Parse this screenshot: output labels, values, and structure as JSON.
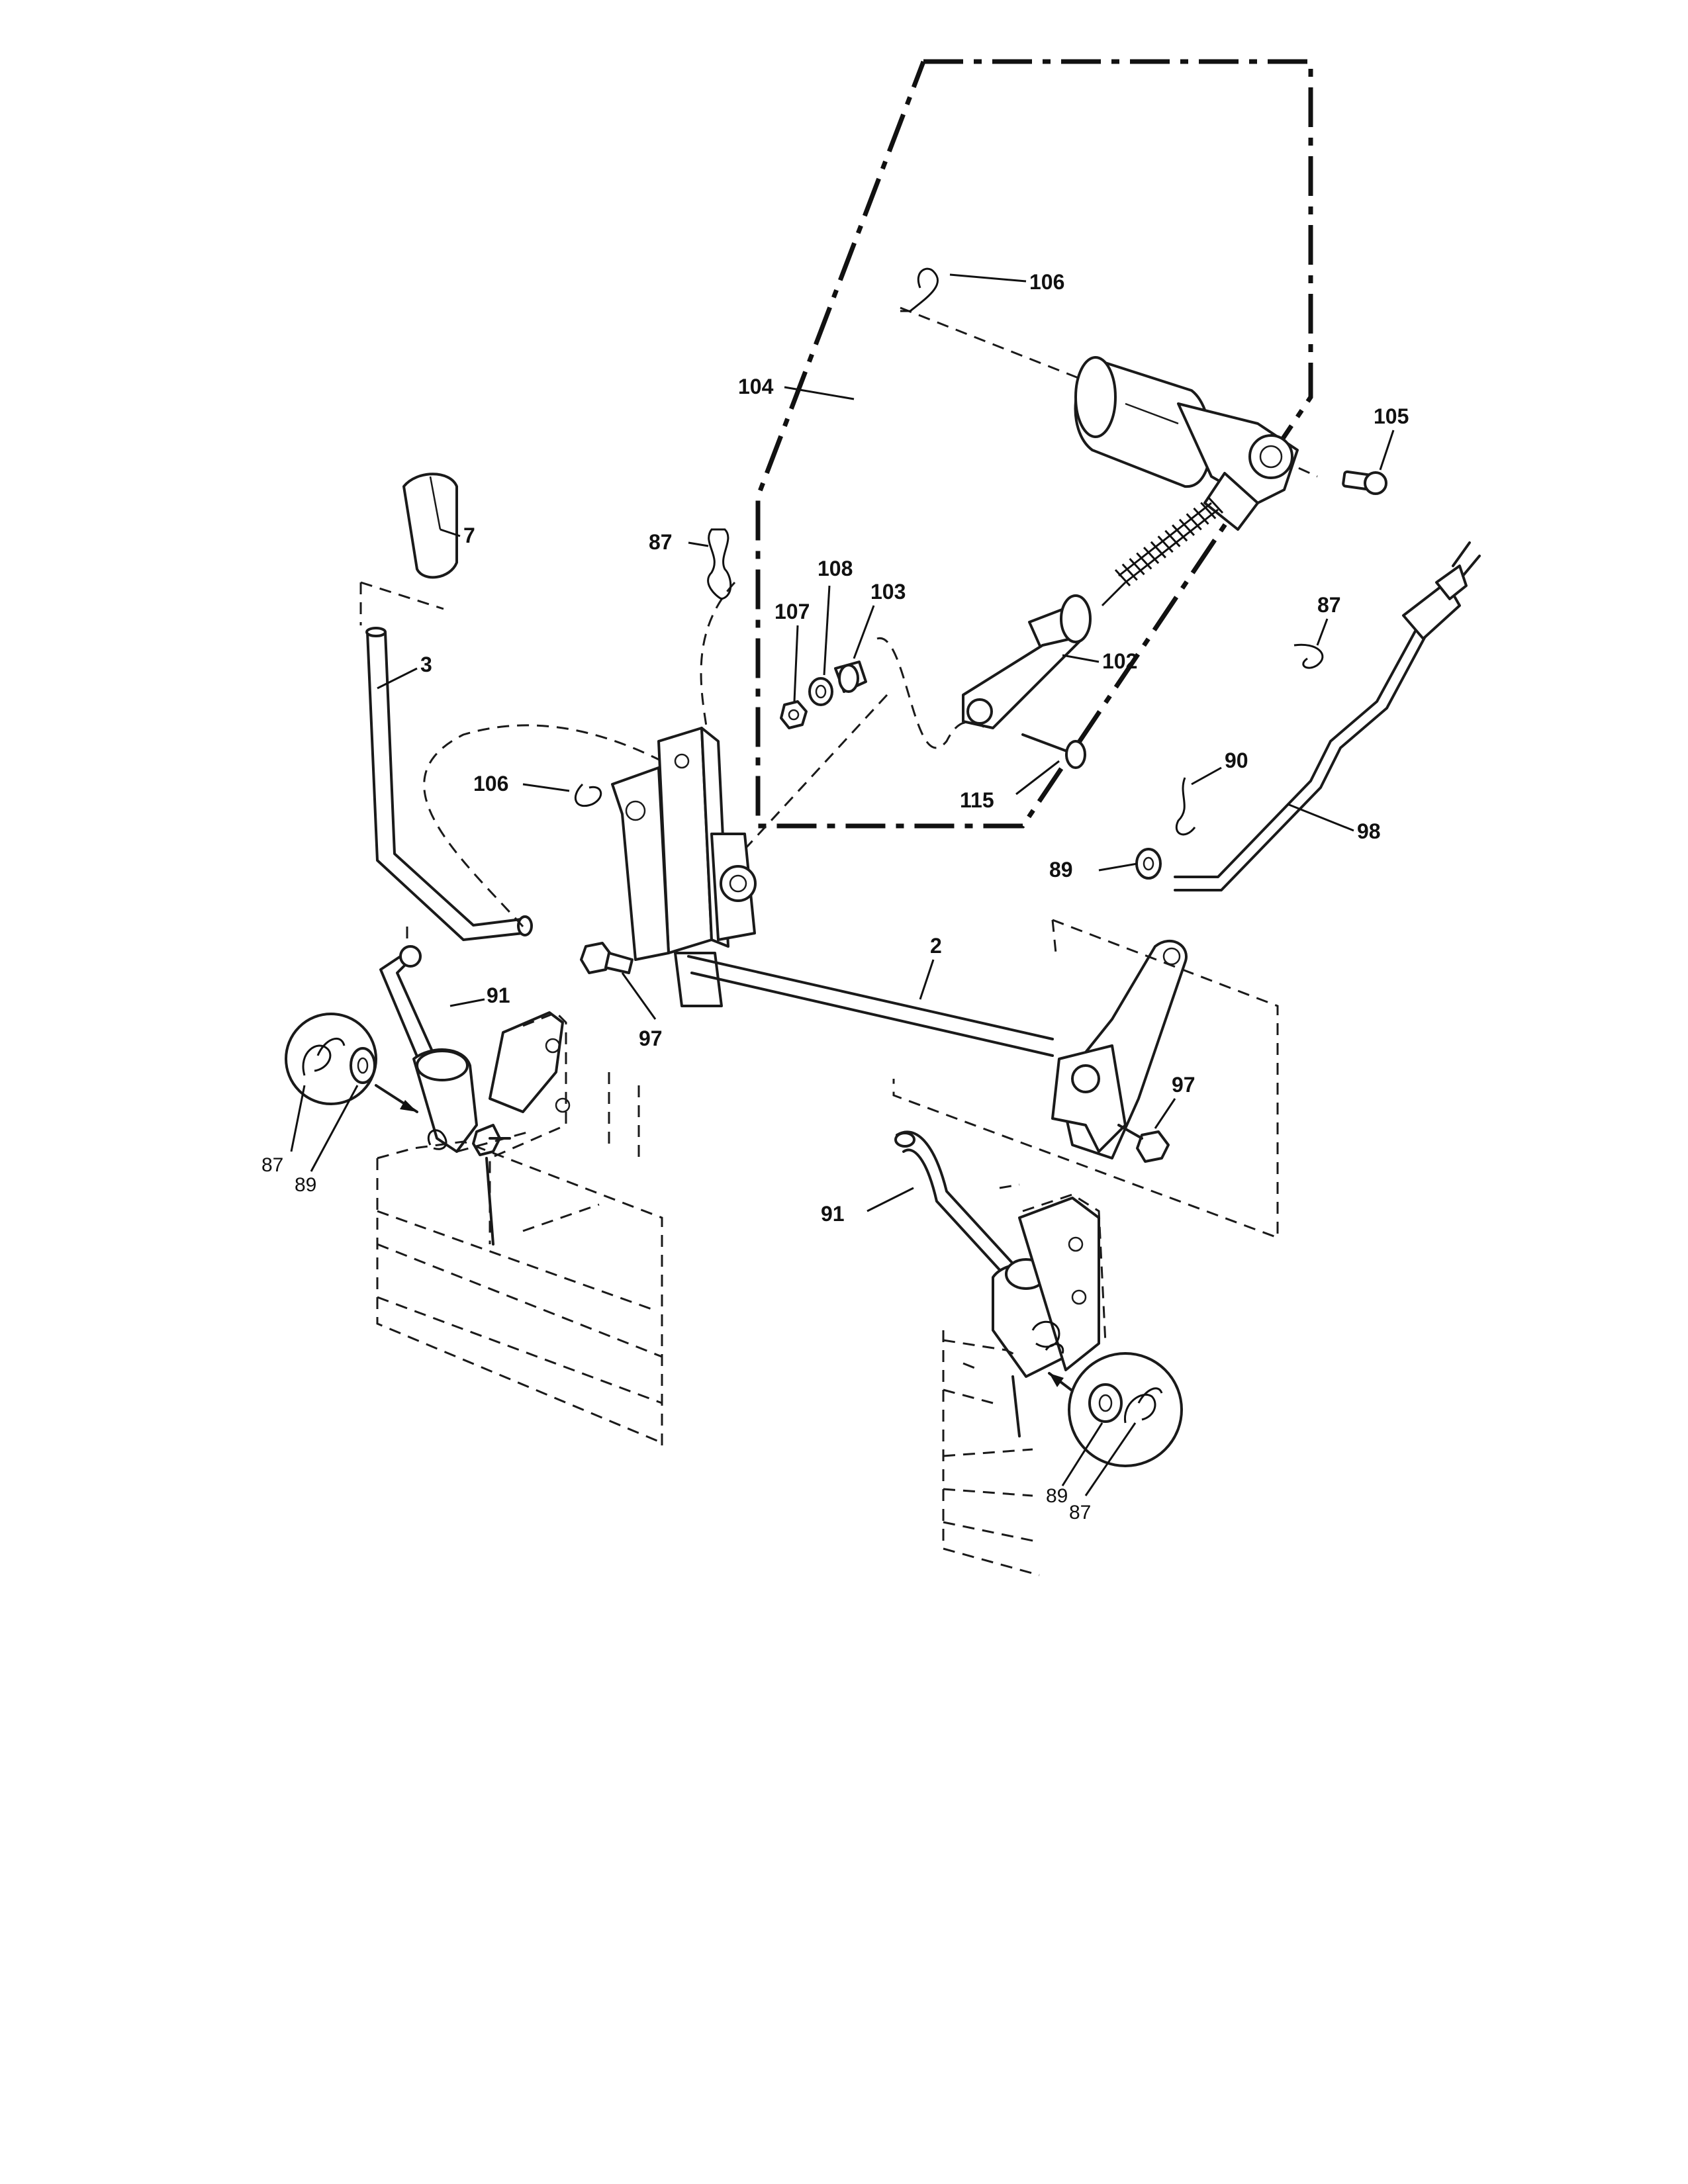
{
  "callouts": {
    "c106_top": "106",
    "c104": "104",
    "c105": "105",
    "c7": "7",
    "c87_mid": "87",
    "c108": "108",
    "c107": "107",
    "c103": "103",
    "c102": "102",
    "c87_right": "87",
    "c3": "3",
    "c106_mid": "106",
    "c115": "115",
    "c90": "90",
    "c98": "98",
    "c89_right": "89",
    "c2": "2",
    "c91_left": "91",
    "c97_left": "97",
    "c97_right": "97",
    "c87_left": "87",
    "c89_left": "89",
    "c91_right": "91",
    "c89_bottom": "89",
    "c87_bottom": "87"
  }
}
